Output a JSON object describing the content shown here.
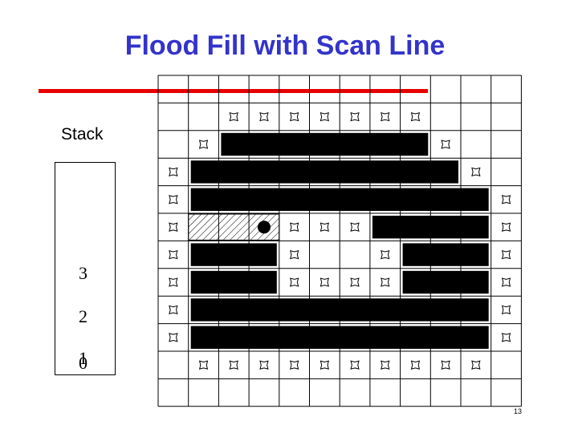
{
  "slide": {
    "title": "Flood Fill with Scan Line",
    "page_number": "13"
  },
  "stack": {
    "label": "Stack",
    "entries": [
      "3",
      "2",
      "1",
      "0"
    ]
  },
  "grid": {
    "columns": 12,
    "rows": 12,
    "seed": {
      "row": 5,
      "col": 3
    },
    "filled_span": {
      "row": 5,
      "from_col": 1,
      "to_col": 3
    },
    "boundary_spans": [
      {
        "row": 2,
        "from_col": 2,
        "to_col": 8
      },
      {
        "row": 3,
        "from_col": 1,
        "to_col": 9
      },
      {
        "row": 4,
        "from_col": 1,
        "to_col": 10
      },
      {
        "row": 5,
        "from_col": 7,
        "to_col": 10
      },
      {
        "row": 6,
        "from_col": 1,
        "to_col": 3
      },
      {
        "row": 6,
        "from_col": 8,
        "to_col": 10
      },
      {
        "row": 7,
        "from_col": 1,
        "to_col": 3
      },
      {
        "row": 7,
        "from_col": 8,
        "to_col": 10
      },
      {
        "row": 8,
        "from_col": 1,
        "to_col": 10
      },
      {
        "row": 9,
        "from_col": 1,
        "to_col": 10
      }
    ],
    "star_cells": [
      [
        1,
        2
      ],
      [
        1,
        3
      ],
      [
        1,
        4
      ],
      [
        1,
        5
      ],
      [
        1,
        6
      ],
      [
        1,
        7
      ],
      [
        1,
        8
      ],
      [
        2,
        1
      ],
      [
        2,
        9
      ],
      [
        3,
        0
      ],
      [
        3,
        10
      ],
      [
        4,
        0
      ],
      [
        4,
        11
      ],
      [
        5,
        0
      ],
      [
        5,
        4
      ],
      [
        5,
        5
      ],
      [
        5,
        6
      ],
      [
        5,
        11
      ],
      [
        6,
        0
      ],
      [
        6,
        4
      ],
      [
        6,
        7
      ],
      [
        6,
        11
      ],
      [
        7,
        0
      ],
      [
        7,
        4
      ],
      [
        7,
        5
      ],
      [
        7,
        6
      ],
      [
        7,
        7
      ],
      [
        7,
        11
      ],
      [
        8,
        0
      ],
      [
        8,
        11
      ],
      [
        9,
        0
      ],
      [
        9,
        11
      ],
      [
        10,
        1
      ],
      [
        10,
        2
      ],
      [
        10,
        3
      ],
      [
        10,
        4
      ],
      [
        10,
        5
      ],
      [
        10,
        6
      ],
      [
        10,
        7
      ],
      [
        10,
        8
      ],
      [
        10,
        9
      ],
      [
        10,
        10
      ]
    ]
  },
  "colors": {
    "title": "#3333cc",
    "rule": "#e60000",
    "boundary": "#000000",
    "grid_line": "#000000"
  }
}
